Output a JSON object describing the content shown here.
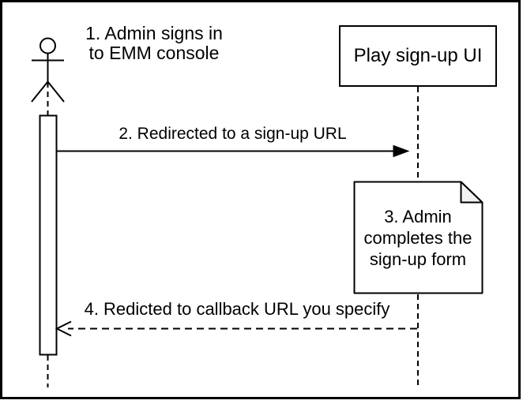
{
  "diagram": {
    "type": "sequence-diagram",
    "colors": {
      "stroke": "#000000",
      "background": "#ffffff",
      "note_fill": "#ffffff",
      "note_fold_fill": "#f2f2f2",
      "text": "#000000"
    },
    "actor": {
      "icon": "stick-figure-icon",
      "caption_line1": "1. Admin signs in",
      "caption_line2": "to EMM console"
    },
    "play_box": {
      "label": "Play sign-up UI"
    },
    "messages": {
      "msg2": {
        "label": "2. Redirected to a sign-up URL",
        "style": "solid-filled-arrow"
      },
      "msg4": {
        "label": "4. Redicted to callback URL you specify",
        "style": "dashed-open-arrow"
      }
    },
    "note": {
      "line1": "3. Admin",
      "line2": "completes the",
      "line3": "sign-up form"
    }
  }
}
